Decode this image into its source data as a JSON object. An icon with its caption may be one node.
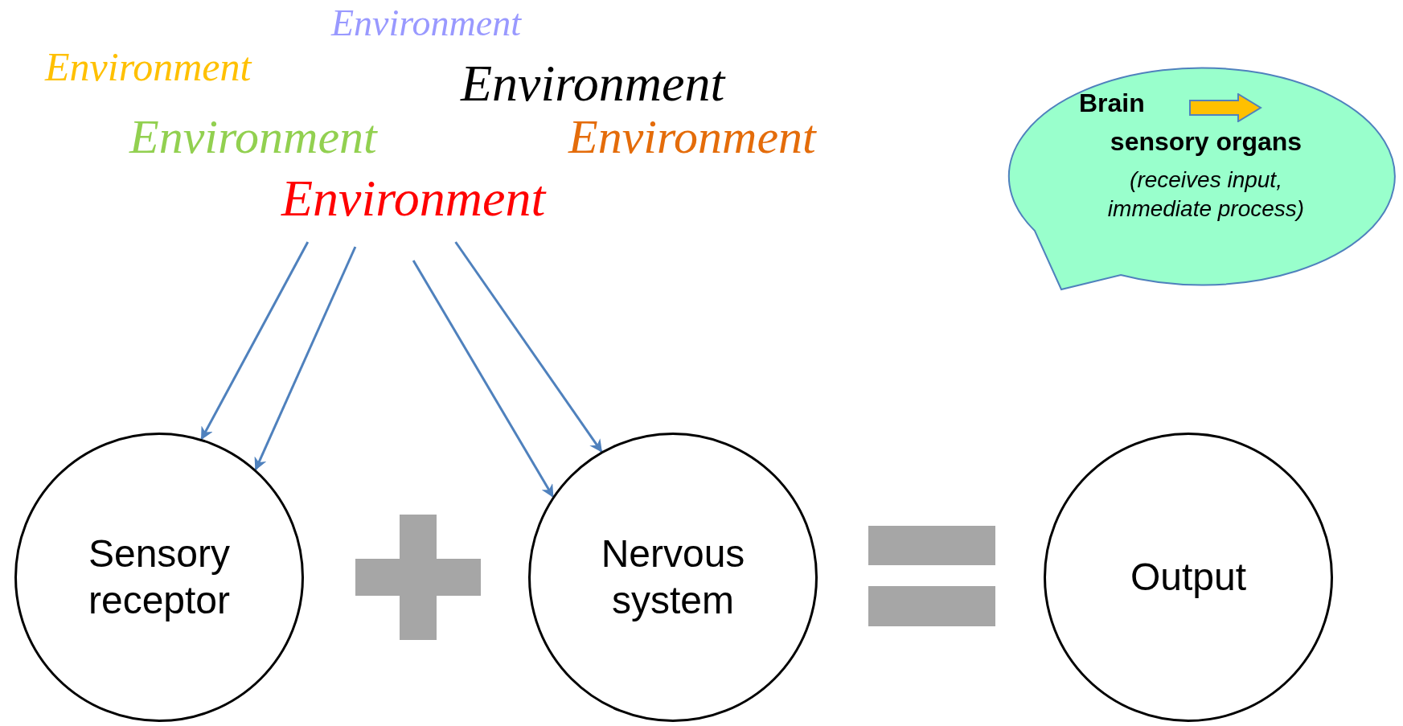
{
  "diagram": {
    "nodes": [
      {
        "text": [
          "Environment"
        ]
      },
      {
        "text": [
          "Brain",
          "sensory organs",
          "(receives input, immediate process)"
        ]
      },
      {
        "text": [
          "Sensory receptor"
        ]
      },
      {
        "text": [
          "Nervous system"
        ]
      },
      {
        "text": [
          "Output"
        ]
      }
    ],
    "edges": [
      {
        "from": 0,
        "to": 2,
        "arrow": "to"
      },
      {
        "from": 0,
        "to": 2,
        "arrow": "to"
      },
      {
        "from": 0,
        "to": 3,
        "arrow": "to"
      },
      {
        "from": 0,
        "to": 3,
        "arrow": "to"
      }
    ],
    "labels": [
      "Environment",
      "Environment",
      "Environment",
      "Environment",
      "Environment"
    ]
  }
}
